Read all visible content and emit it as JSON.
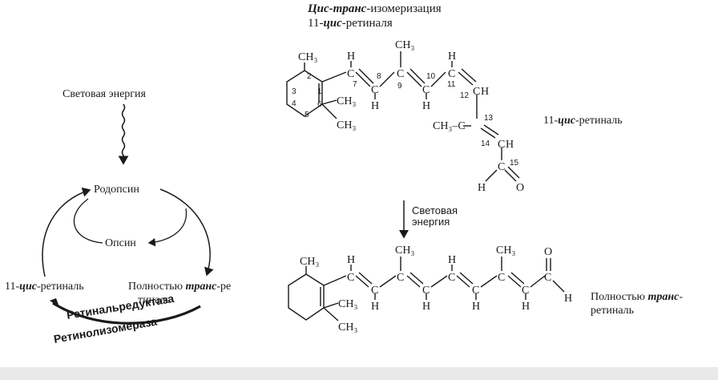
{
  "cycle": {
    "light_energy": "Световая энергия",
    "rhodopsin": "Родопсин",
    "opsin": "Опсин",
    "cis_retinal_pre": "11-",
    "cis_retinal_it": "цис",
    "cis_retinal_post": "-ретиналь",
    "trans_pre": "Полностью ",
    "trans_it": "транс",
    "trans_post1": "-ре­",
    "trans_post2": "тиналь",
    "enzyme_1": "Ретинальредуктаза",
    "enzyme_2": "Ретинолизомераза"
  },
  "title": {
    "line1_it1": "Цис-транс",
    "line1_post": "-изомеризация",
    "line2_pre": "11-",
    "line2_it": "цис",
    "line2_post": "-ретиналя"
  },
  "top_molecule": {
    "label_pre": "11-",
    "label_it": "цис",
    "label_post": "-ретиналь",
    "atoms": {
      "ch3_ring": "CH₃",
      "ch3_9": "CH₃",
      "ch3_13": "CH₃–C",
      "h": "H",
      "o": "O",
      "c": "C"
    },
    "numbers": [
      "1",
      "2",
      "3",
      "4",
      "5",
      "6",
      "7",
      "8",
      "9",
      "10",
      "11",
      "12",
      "13",
      "14",
      "15"
    ]
  },
  "arrow_light": {
    "line1": "Световая",
    "line2": "энергия"
  },
  "bottom_molecule": {
    "label_pre": "Полностью ",
    "label_it": "транс",
    "label_post": "-",
    "label_line2": "ретиналь",
    "atoms": {
      "ch3": "CH₃",
      "h": "H",
      "o": "O",
      "c": "C"
    }
  }
}
